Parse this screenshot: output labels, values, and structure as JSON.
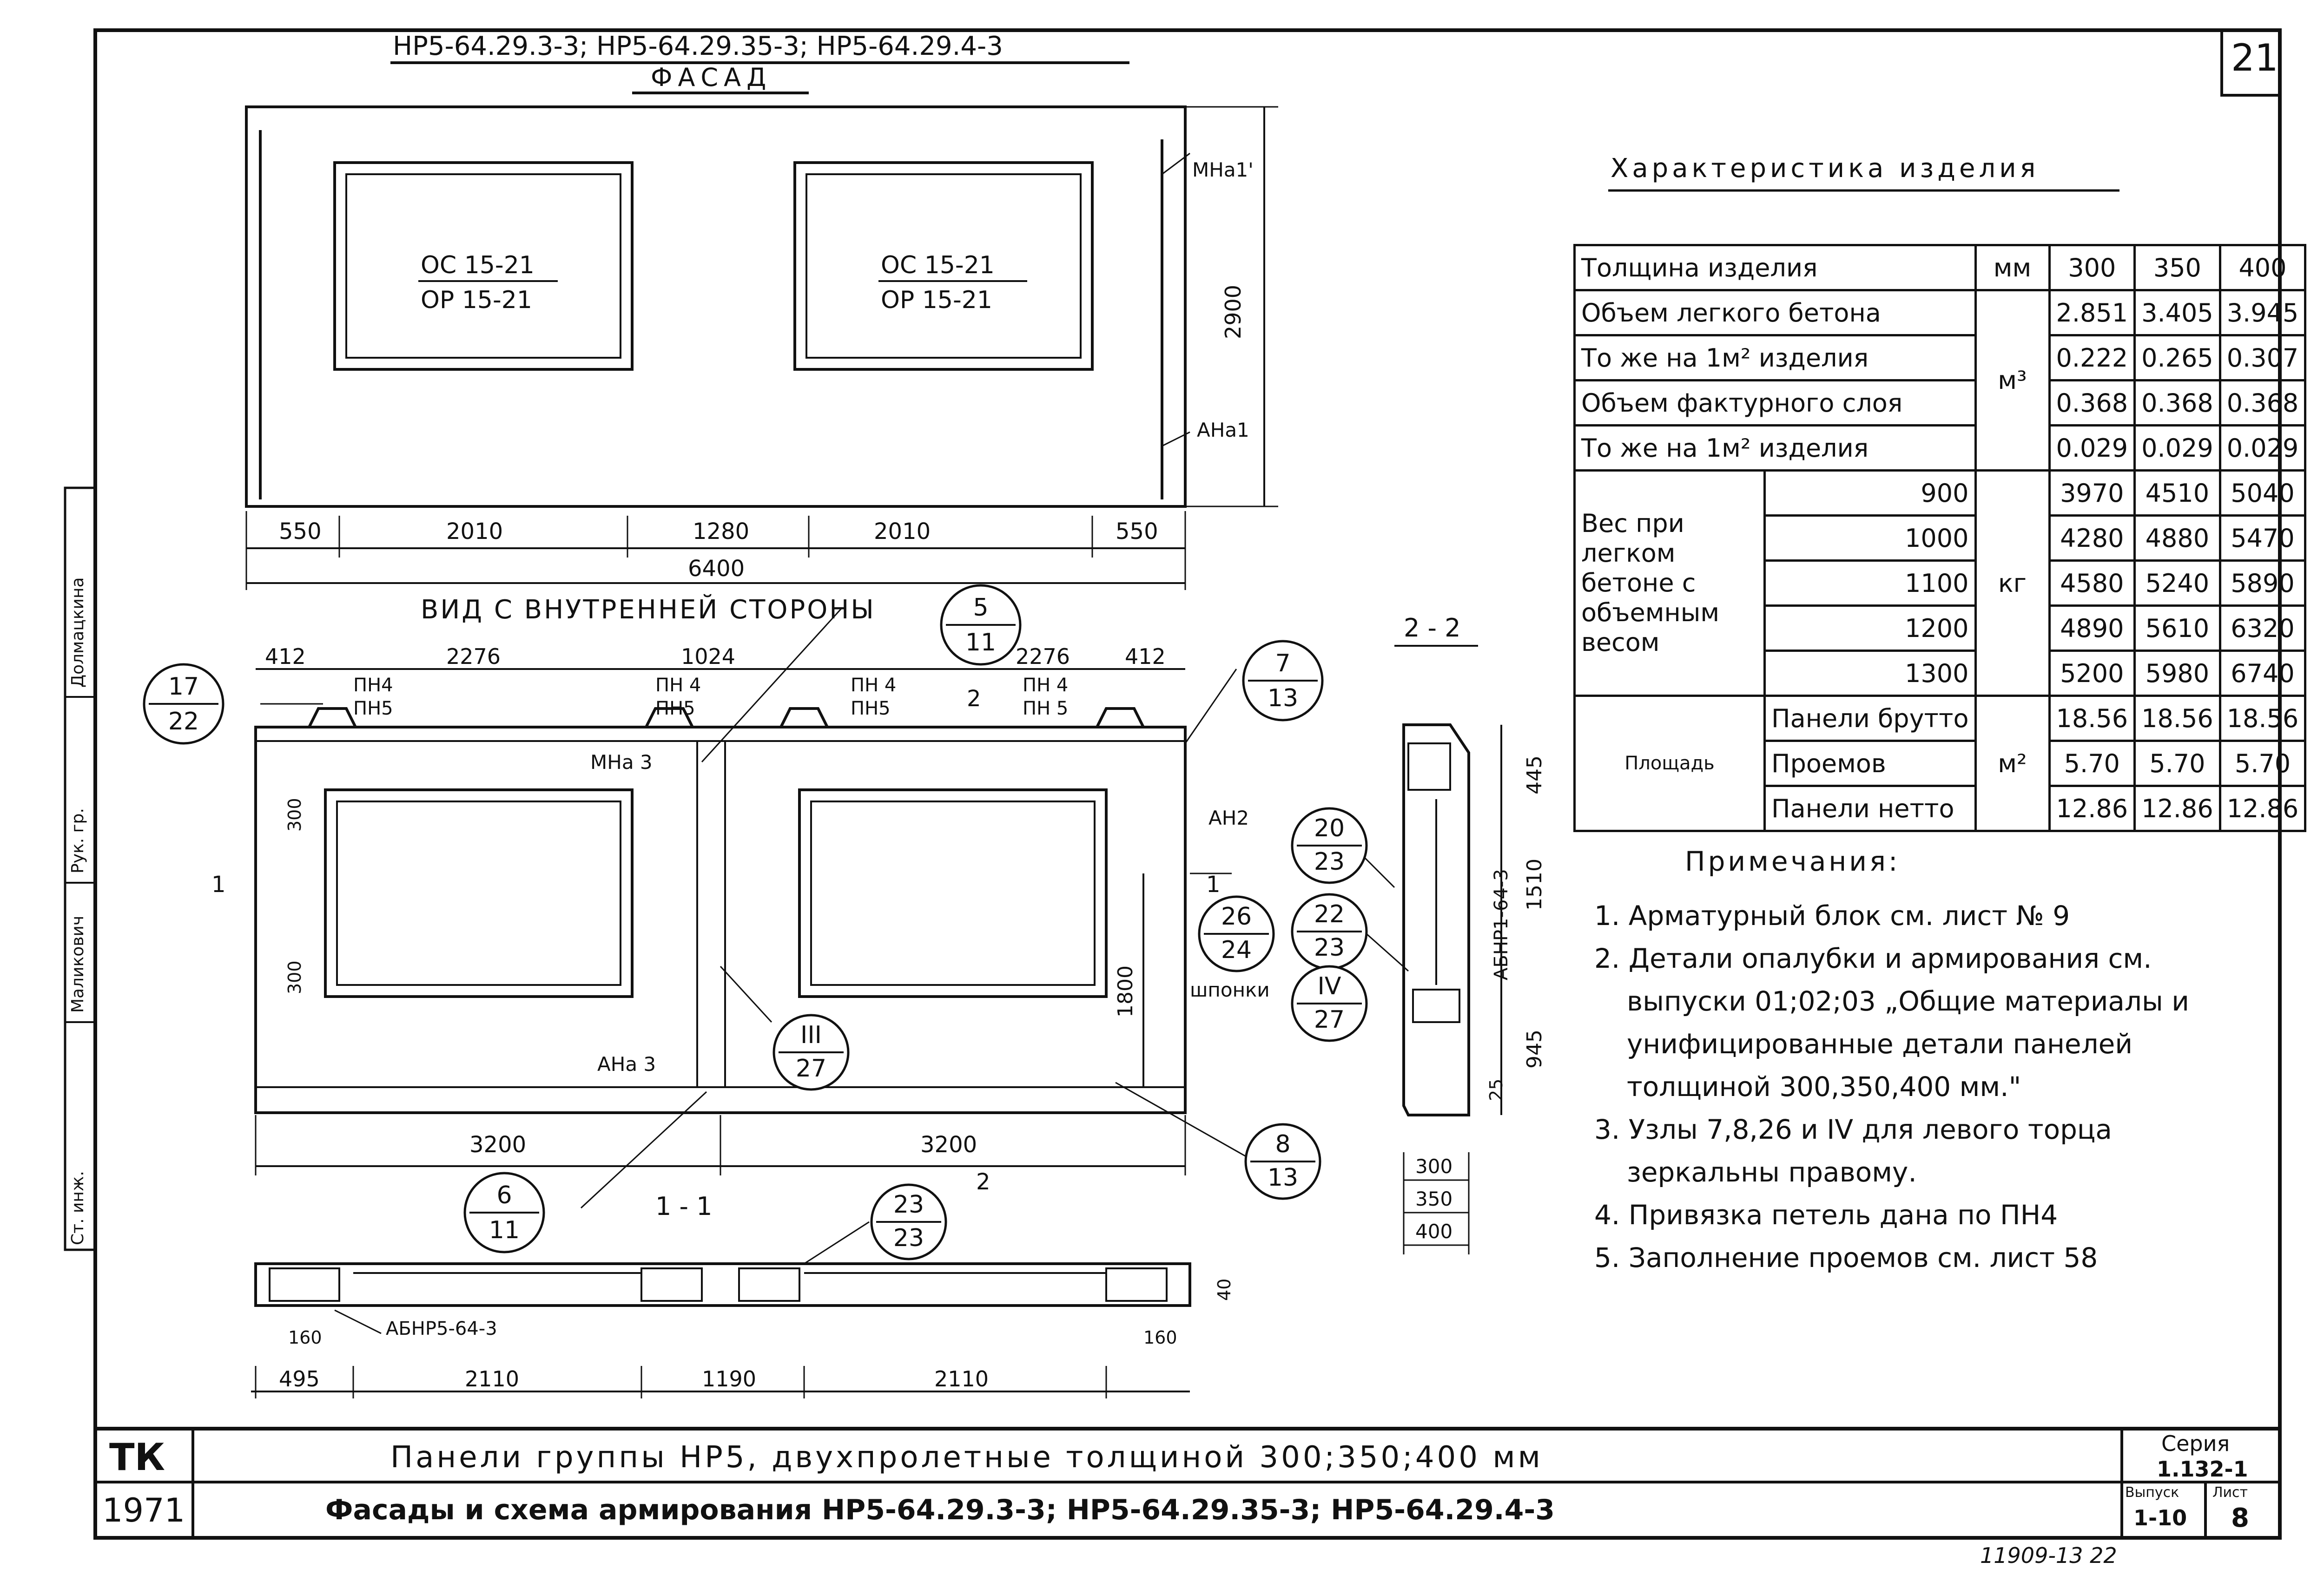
{
  "sheet_number": "21",
  "header_codes": "НР5-64.29.3-3; НР5-64.29.35-3; НР5-64.29.4-3",
  "facade": {
    "title": "ФАСАД",
    "window_left_top": "ОС 15-21",
    "window_left_bottom": "ОР 15-21",
    "window_right_top": "ОС 15-21",
    "window_right_bottom": "ОР 15-21",
    "mark_top": "МНа1'",
    "mark_bottom": "АНа1",
    "height_dim": "2900",
    "dims": [
      "550",
      "2010",
      "1280",
      "2010",
      "550"
    ],
    "total_dim": "6400"
  },
  "inner_view": {
    "title": "ВИД С ВНУТРЕННЕЙ СТОРОНЫ",
    "top_dims": [
      "412",
      "2276",
      "1024",
      "2276",
      "412"
    ],
    "loop_labels": [
      [
        "ПН4",
        "ПН5"
      ],
      [
        "ПН 4",
        "ПН5"
      ],
      [
        "ПН 4",
        "ПН5"
      ],
      [
        "ПН 4",
        "ПН 5"
      ]
    ],
    "marks": [
      "МНа 3",
      "АНа 3",
      "АН2",
      "шпонки"
    ],
    "small_dims": [
      "300",
      "300"
    ],
    "height_dim": "1800",
    "bottom_dims": [
      "3200",
      "3200"
    ],
    "section_marks": [
      "1",
      "1",
      "2",
      "2"
    ]
  },
  "callouts": [
    {
      "top": "17",
      "bottom": "22"
    },
    {
      "top": "5",
      "bottom": "11"
    },
    {
      "top": "7",
      "bottom": "13"
    },
    {
      "top": "20",
      "bottom": "23"
    },
    {
      "top": "26",
      "bottom": "24"
    },
    {
      "top": "22",
      "bottom": "23"
    },
    {
      "top": "IV",
      "bottom": "27"
    },
    {
      "top": "III",
      "bottom": "27"
    },
    {
      "top": "6",
      "bottom": "11"
    },
    {
      "top": "8",
      "bottom": "13"
    },
    {
      "top": "23",
      "bottom": "23"
    }
  ],
  "section_1_1": {
    "title": "1 - 1",
    "block_label": "АБНР5-64-3",
    "dims": [
      "495",
      "2110",
      "1190",
      "2110"
    ],
    "small_dims": [
      "160",
      "160",
      "40"
    ]
  },
  "section_2_2": {
    "title": "2 - 2",
    "block_label": "АБНР1-64-3",
    "dims": [
      "445",
      "1510",
      "945",
      "25"
    ],
    "thickness": [
      "300",
      "350",
      "400"
    ]
  },
  "characteristics": {
    "title": "Характеристика изделия",
    "rows": [
      {
        "label": "Толщина изделия",
        "unit": "мм",
        "v": [
          "300",
          "350",
          "400"
        ]
      },
      {
        "label": "Объем легкого бетона",
        "unit": "м³",
        "v": [
          "2.851",
          "3.405",
          "3.945"
        ]
      },
      {
        "label": "То же на 1м² изделия",
        "unit": "",
        "v": [
          "0.222",
          "0.265",
          "0.307"
        ]
      },
      {
        "label": "Объем фактурного слоя",
        "unit": "",
        "v": [
          "0.368",
          "0.368",
          "0.368"
        ]
      },
      {
        "label": "То же на 1м² изделия",
        "unit": "",
        "v": [
          "0.029",
          "0.029",
          "0.029"
        ]
      }
    ],
    "weight_label": "Вес при легком бетоне с объемным весом",
    "weight_unit": "кг",
    "weight_rows": [
      {
        "density": "900",
        "v": [
          "3970",
          "4510",
          "5040"
        ]
      },
      {
        "density": "1000",
        "v": [
          "4280",
          "4880",
          "5470"
        ]
      },
      {
        "density": "1100",
        "v": [
          "4580",
          "5240",
          "5890"
        ]
      },
      {
        "density": "1200",
        "v": [
          "4890",
          "5610",
          "6320"
        ]
      },
      {
        "density": "1300",
        "v": [
          "5200",
          "5980",
          "6740"
        ]
      }
    ],
    "area_label": "Площадь",
    "area_unit": "м²",
    "area_rows": [
      {
        "label": "Панели брутто",
        "v": [
          "18.56",
          "18.56",
          "18.56"
        ]
      },
      {
        "label": "Проемов",
        "v": [
          "5.70",
          "5.70",
          "5.70"
        ]
      },
      {
        "label": "Панели нетто",
        "v": [
          "12.86",
          "12.86",
          "12.86"
        ]
      }
    ]
  },
  "notes": {
    "title": "Примечания:",
    "items": [
      "1. Арматурный блок см. лист № 9",
      "2. Детали опалубки и армирования см.",
      "выпуски 01;02;03 „Общие материалы и",
      "унифицированные детали панелей",
      "толщиной 300,350,400 мм.\"",
      "3. Узлы 7,8,26 и IV для левого торца",
      "зеркальны правому.",
      "4. Привязка петель дана по ПН4",
      "5. Заполнение проемов см. лист 58"
    ]
  },
  "side_stamp": [
    "Ст. инж.",
    "Маликович",
    "Рук. гр.",
    "Долмацкина"
  ],
  "title_block": {
    "org": "ТК",
    "year": "1971",
    "title_line1": "Панели группы НР5, двухпролетные толщиной 300;350;400 мм",
    "title_line2": "Фасады и схема армирования НР5-64.29.3-3; НР5-64.29.35-3; НР5-64.29.4-3",
    "series_label": "Серия",
    "series": "1.132-1",
    "issue_label": "Выпуск",
    "issue": "1-10",
    "sheet_label": "Лист",
    "sheet": "8",
    "archive_number": "11909-13 22"
  }
}
